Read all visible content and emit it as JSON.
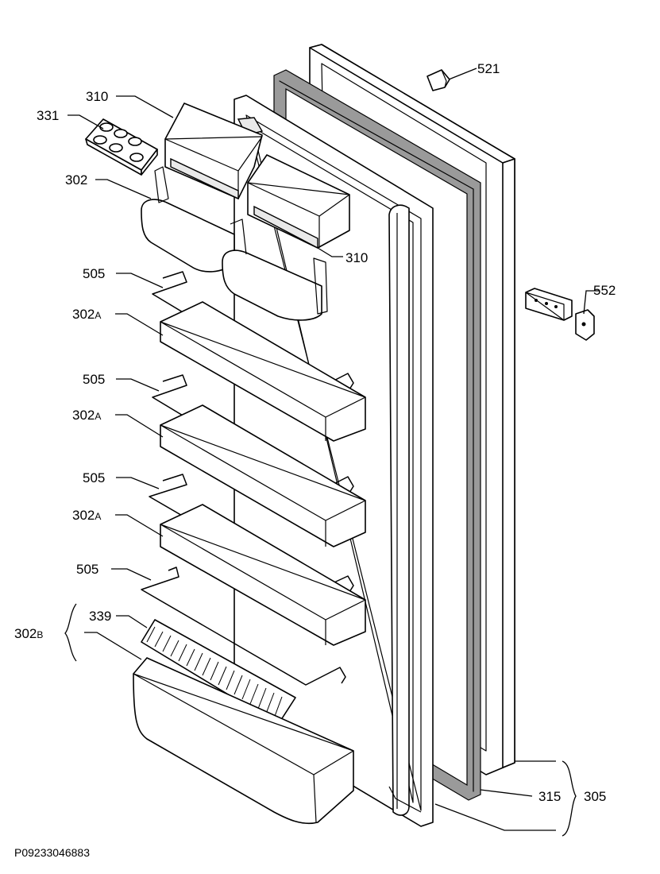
{
  "diagram": {
    "drawing_code": "P09233046883",
    "callouts": {
      "c521": "521",
      "c310a": "310",
      "c331": "331",
      "c302": "302",
      "c310b": "310",
      "c552": "552",
      "c505a": "505",
      "c302Aa_num": "302",
      "c302Aa_suf": "A",
      "c505b": "505",
      "c302Ab_num": "302",
      "c302Ab_suf": "A",
      "c505c": "505",
      "c302Ac_num": "302",
      "c302Ac_suf": "A",
      "c505d": "505",
      "c339": "339",
      "c302B_num": "302",
      "c302B_suf": "B",
      "c315": "315",
      "c305": "305"
    }
  }
}
